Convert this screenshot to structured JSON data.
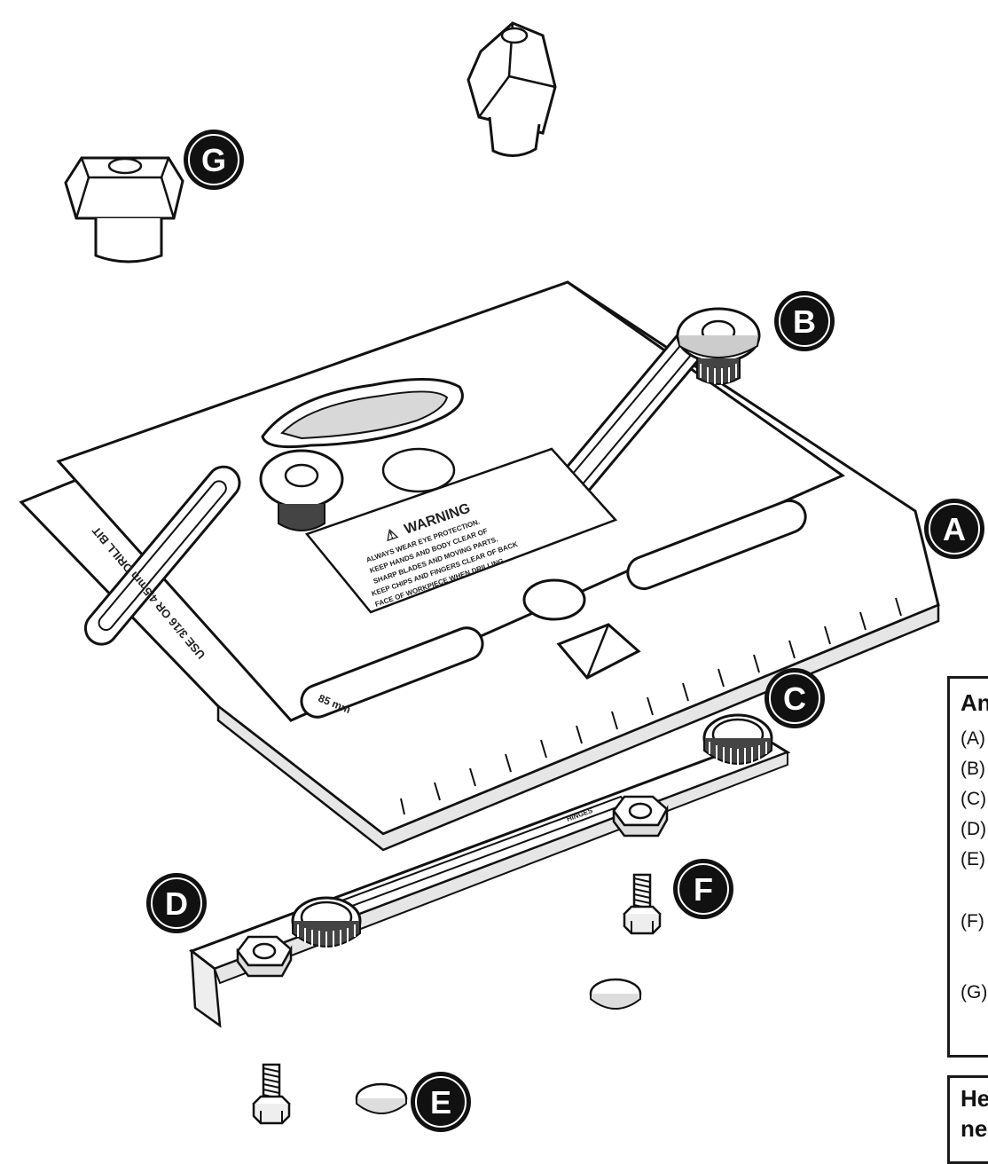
{
  "callouts": {
    "a": "A",
    "b": "B",
    "c": "C",
    "d": "D",
    "e": "E",
    "f": "F",
    "g": "G"
  },
  "jig": {
    "warning_title": "WARNING",
    "warning_lines": [
      "ALWAYS WEAR EYE PROTECTION.",
      "KEEP HANDS AND BODY CLEAR OF",
      "SHARP BLADES AND MOVING PARTS.",
      "KEEP CHIPS AND FINGERS CLEAR OF BACK",
      "FACE OF WORKPIECE WHEN DRILLING."
    ],
    "drill_note": "USE 3/16 OR 4.5mm DRILL BIT",
    "scale_start": "85 mm",
    "slider_label": "HINGES"
  },
  "legend": {
    "title": "An",
    "items": [
      "(A)",
      "(B)",
      "(C)",
      "(D)",
      "(E)",
      "(F)",
      "(G)"
    ]
  },
  "note": {
    "line1": "He",
    "line2": "ne"
  }
}
